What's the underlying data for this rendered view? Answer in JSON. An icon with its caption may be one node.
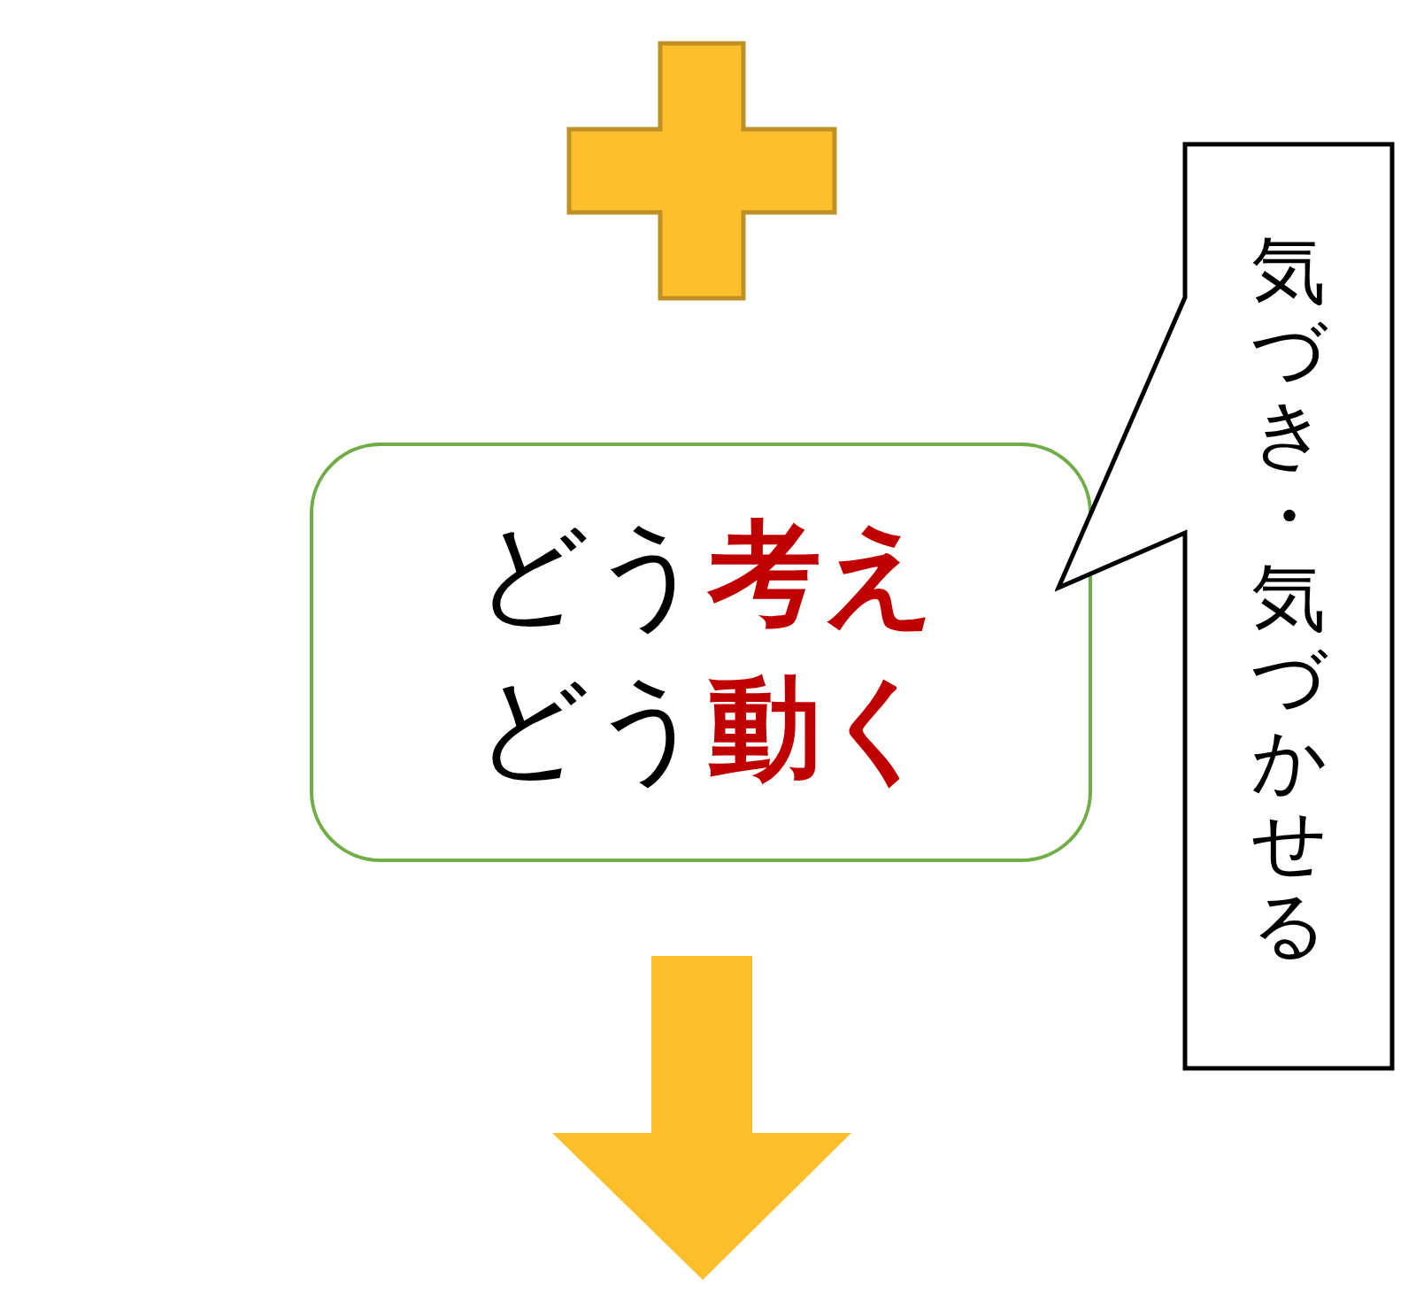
{
  "diagram": {
    "nodes": [
      {
        "text": [],
        "shape": "plus"
      },
      {
        "text": [
          "どう**考え**どう**動く**"
        ]
      },
      {
        "text": [
          "気づき・気づかせる"
        ]
      }
    ]
  }
}
